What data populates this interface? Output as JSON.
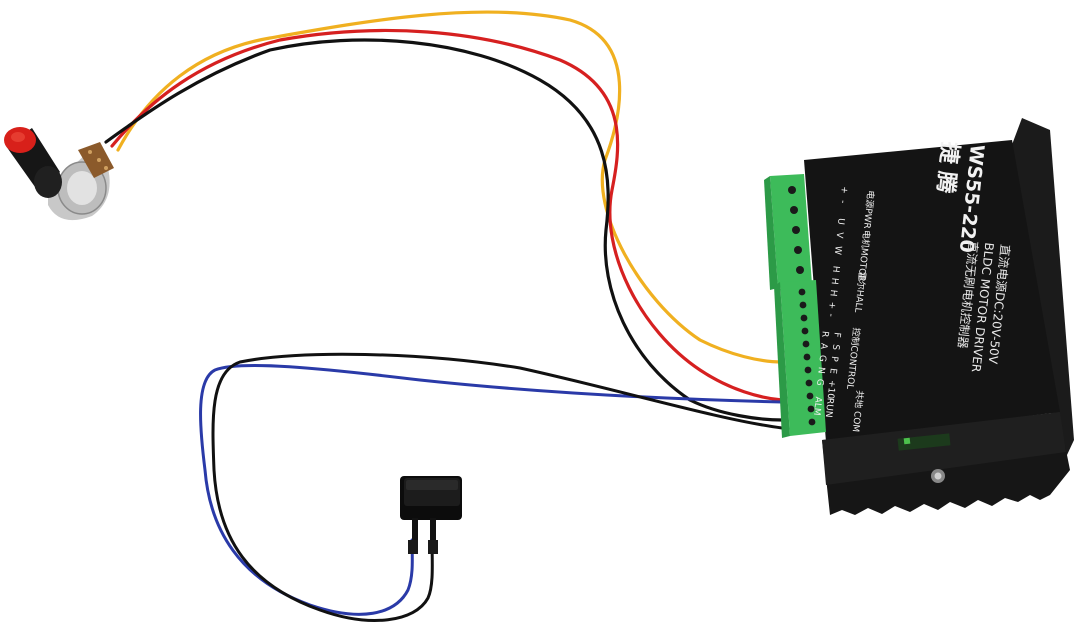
{
  "driver": {
    "brand": "捷 腾",
    "model": "WS55-220",
    "title_cn": "直流无刷电机控制器",
    "title_en": "BLDC MOTOR DRIVER",
    "rating": "直流电源DC:20V-50V",
    "labels": {
      "pwr": "电源PWR",
      "motor": "电机MOTOR",
      "hall": "霍尔HALL",
      "control": "控制CONTROL",
      "com": "共地 COM"
    },
    "pins": {
      "pwr": [
        "+",
        "-"
      ],
      "motor": [
        "U",
        "V",
        "W"
      ],
      "hall": [
        "H",
        "H",
        "H",
        "+",
        "-"
      ],
      "control": [
        "F",
        "S",
        "P",
        "E",
        "+10"
      ],
      "control2": [
        "R",
        "A",
        "G",
        "N",
        "G"
      ],
      "run": "RUN",
      "alm": "ALM"
    },
    "colors": {
      "case": "#141414",
      "heatsink": "#1b1b1b",
      "terminal": "#3dbb5a",
      "silkscreen": "#e8e8e8"
    }
  },
  "wires": {
    "colors": {
      "red": "#d62020",
      "yellow": "#f0b020",
      "black": "#111111",
      "blue": "#2a3aa8"
    }
  },
  "potentiometer": {
    "knob_color": "#d8201a"
  },
  "switch": {
    "color": "#101010"
  }
}
